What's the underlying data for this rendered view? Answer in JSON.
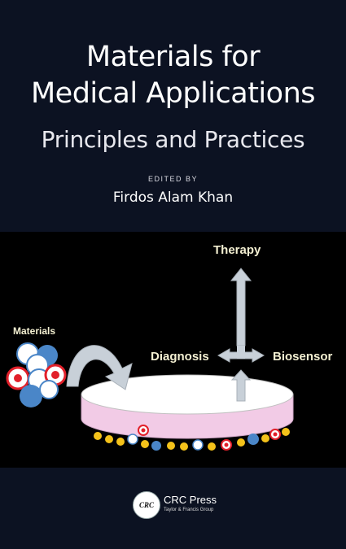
{
  "book": {
    "title_line1": "Materials for",
    "title_line2": "Medical Applications",
    "subtitle": "Principles and Practices",
    "edited_by": "EDITED BY",
    "editor": "Firdos Alam Khan"
  },
  "figure": {
    "label_therapy": "Therapy",
    "label_materials": "Materials",
    "label_diagnosis": "Diagnosis",
    "label_biosensor": "Biosensor",
    "colors": {
      "dish_top": "#ffffff",
      "dish_side": "#f2cbe6",
      "arrow": "#c8d0d8",
      "particle_red": "#e2202a",
      "particle_blue": "#4a86c8",
      "particle_yellow": "#f4c21a"
    },
    "icons": [
      "curved-arrow-icon",
      "double-arrow-icon",
      "up-arrow-icon",
      "petri-dish-icon",
      "nanoparticle-icon"
    ]
  },
  "publisher": {
    "logo_text": "CRC",
    "name": "CRC Press",
    "group": "Taylor & Francis Group"
  }
}
